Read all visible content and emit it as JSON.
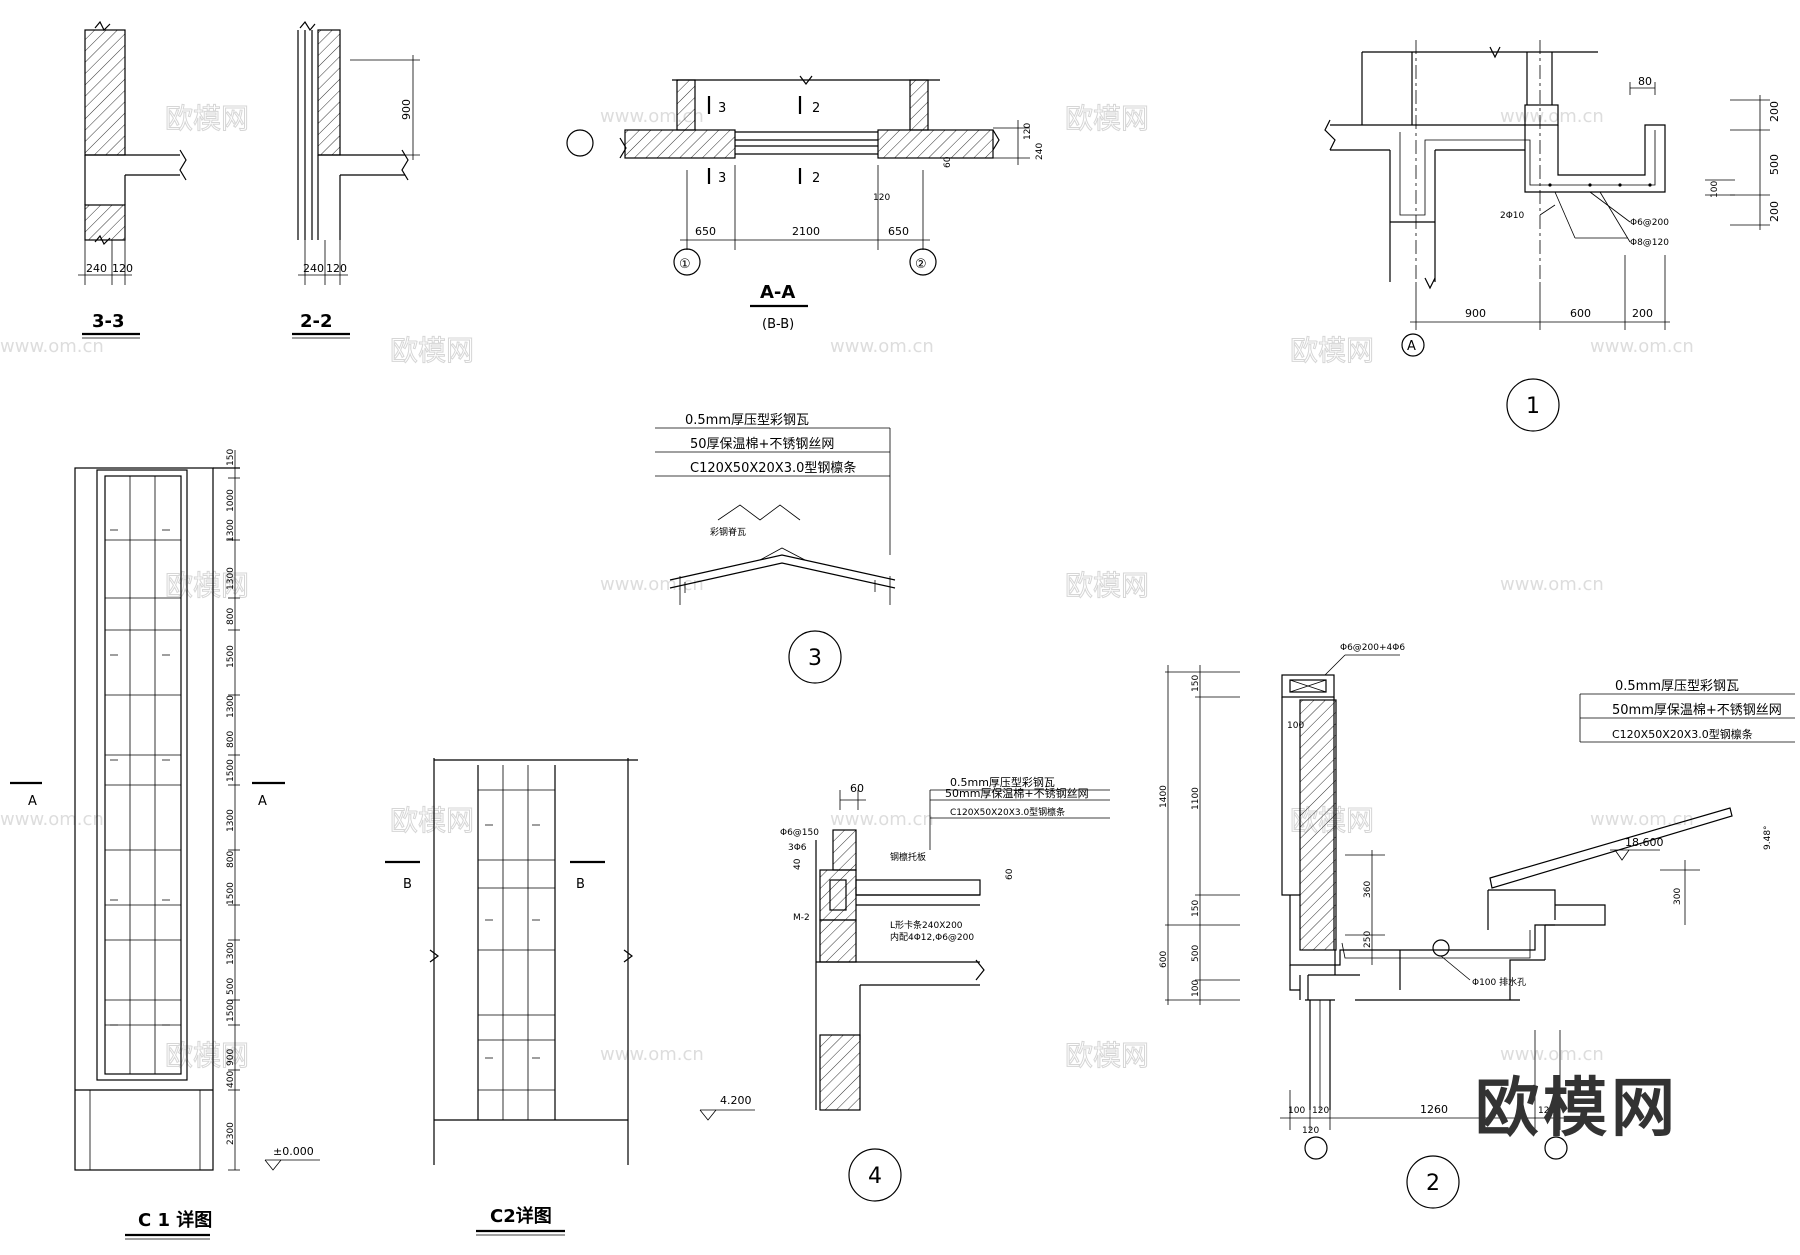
{
  "watermark": {
    "logo_text": "欧模网",
    "url_text": "www.om.cn"
  },
  "brand_logo": "欧模网",
  "sec33": {
    "title": "3-3",
    "dim_a": "240",
    "dim_b": "120"
  },
  "sec22": {
    "title": "2-2",
    "dim_a": "240",
    "dim_b": "120",
    "dim_h": "900"
  },
  "secAA": {
    "title": "A-A",
    "subtitle": "(B-B)",
    "dims": [
      "650",
      "2100",
      "650"
    ],
    "dim_120": "120",
    "dim_240": "240",
    "dim_60": "60",
    "dim_120b": "120",
    "marks": [
      "3",
      "2",
      "3",
      "2"
    ],
    "axes": [
      "①",
      "②"
    ]
  },
  "det1": {
    "id": "1",
    "axis": "A",
    "dims_bottom": [
      "900",
      "600",
      "200"
    ],
    "dims_right": [
      "200",
      "500",
      "200",
      "100"
    ],
    "dim_top": "80",
    "rebar": [
      "2Φ10",
      "Φ6@200",
      "Φ8@120"
    ]
  },
  "det3": {
    "id": "3",
    "layers": [
      "0.5mm厚压型彩钢瓦",
      "50厚保温棉+不锈钢丝网",
      "C120X50X20X3.0型钢檩条"
    ],
    "ridge_label": "彩钢脊瓦"
  },
  "c1": {
    "title": "C 1 详图",
    "section": "A",
    "dims": [
      "150",
      "1000",
      "1300",
      "1300",
      "800",
      "1500",
      "1300",
      "800",
      "1500",
      "1300",
      "800",
      "1500",
      "1300",
      "500",
      "1500",
      "900",
      "400",
      "2300"
    ],
    "elevation": "±0.000"
  },
  "c2": {
    "title": "C2详图",
    "section": "B",
    "elevation": "4.200"
  },
  "det4": {
    "id": "4",
    "layers": [
      "0.5mm厚压型彩钢瓦",
      "50mm厚保温棉+不锈钢丝网",
      "C120X50X20X3.0型钢檩条"
    ],
    "dim_60": "60",
    "dim_60b": "60",
    "dim_40": "40",
    "labels": [
      "Φ6@150",
      "3Φ6",
      "M-2",
      "钢檩托板",
      "L形卡条240X200",
      "内配4Φ12,Φ6@200"
    ]
  },
  "det2": {
    "id": "2",
    "top_rebar": "Φ6@200+4Φ6",
    "layers": [
      "0.5mm厚压型彩钢瓦",
      "50mm厚保温棉+不锈钢丝网",
      "C120X50X20X3.0型钢檩条"
    ],
    "dims_left": [
      "150",
      "1100",
      "150",
      "500",
      "100"
    ],
    "dims_left_total": [
      "1400",
      "600"
    ],
    "dim_100": "100",
    "dims_mid": [
      "360",
      "250"
    ],
    "dim_300": "300",
    "elev": "18.600",
    "slope": "9.48°",
    "drain": "Φ100 排水孔",
    "dims_bottom": [
      "100",
      "120",
      "1260",
      "120"
    ],
    "dim_120b": "120"
  }
}
